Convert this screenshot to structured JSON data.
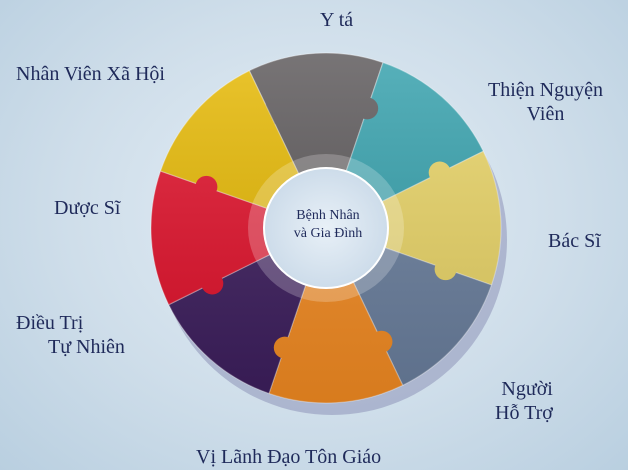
{
  "diagram": {
    "center": {
      "line1": "Bệnh Nhân",
      "line2": "và Gia Đình"
    },
    "segments": [
      {
        "id": "y-ta",
        "lines": [
          "Y tá"
        ],
        "color": "#5a5658"
      },
      {
        "id": "thien-nguyen-vien",
        "lines": [
          "Thiện Nguyện",
          "Viên"
        ],
        "color": "#33a0ac"
      },
      {
        "id": "bac-si",
        "lines": [
          "Bác Sĩ"
        ],
        "color": "#ead566"
      },
      {
        "id": "nguoi-ho-tro",
        "lines": [
          "Người",
          "Hỗ Trợ"
        ],
        "color": "#6a7f9e"
      },
      {
        "id": "vi-lanh-dao-ton-giao",
        "lines": [
          "Vị Lãnh Đạo Tôn Giáo"
        ],
        "color": "#f58c22"
      },
      {
        "id": "dieu-tri-tu-nhien",
        "lines": [
          "Điều Trị",
          "Tự Nhiên"
        ],
        "color": "#3d1e5e"
      },
      {
        "id": "duoc-si",
        "lines": [
          "Dược Sĩ"
        ],
        "color": "#e2102a"
      },
      {
        "id": "nhan-vien-xa-hoi",
        "lines": [
          "Nhân Viên Xã Hội"
        ],
        "color": "#e6b800"
      }
    ]
  }
}
